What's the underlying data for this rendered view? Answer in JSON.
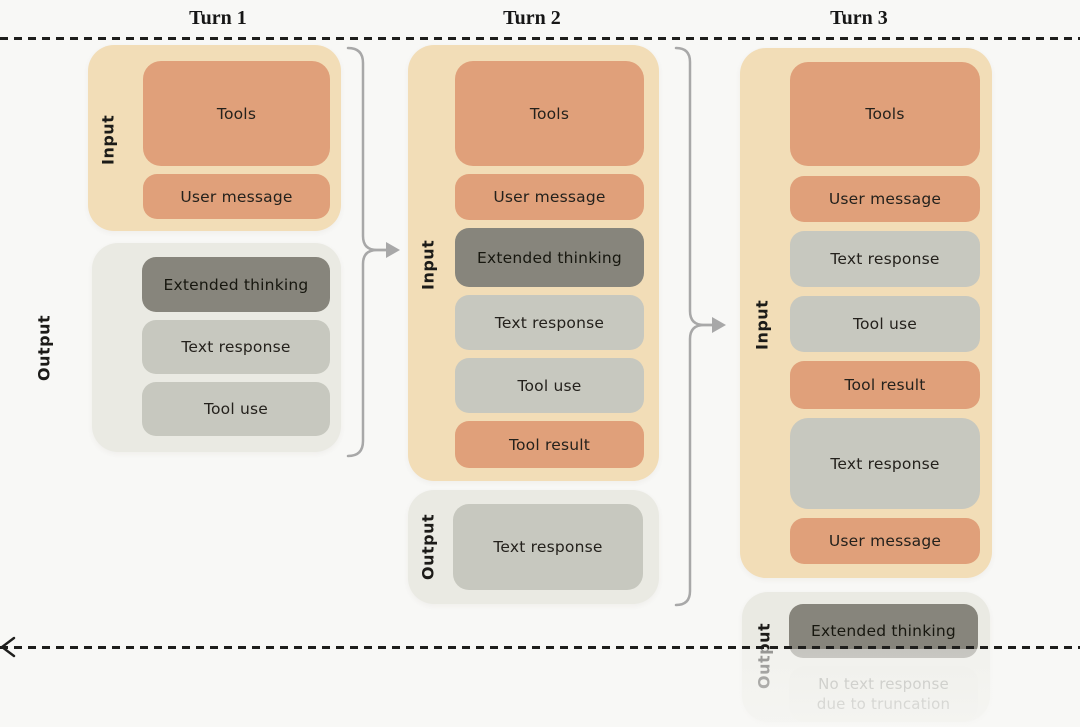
{
  "turns": [
    {
      "title": "Turn 1",
      "input_label": "Input",
      "output_label": "Output",
      "input_items": [
        "Tools",
        "User message"
      ],
      "output_items": [
        "Extended thinking",
        "Text response",
        "Tool use"
      ]
    },
    {
      "title": "Turn 2",
      "input_label": "Input",
      "output_label": "Output",
      "input_items": [
        "Tools",
        "User message",
        "Extended thinking",
        "Text response",
        "Tool use",
        "Tool result"
      ],
      "output_items": [
        "Text response"
      ]
    },
    {
      "title": "Turn 3",
      "input_label": "Input",
      "output_label": "Output",
      "input_items": [
        "Tools",
        "User message",
        "Text response",
        "Tool use",
        "Tool result",
        "Text response",
        "User message"
      ],
      "output_items": [
        "Extended thinking",
        "No text response due to truncation"
      ]
    }
  ],
  "colors": {
    "background": "#f8f8f6",
    "input_container": "#f2ddb7",
    "output_container": "#eaeae3",
    "message_orange": "#e0a07a",
    "block_gray": "#c7c8bf",
    "thinking_dark": "#87857c",
    "bracket_gray": "#a8a8a8",
    "dash_black": "#1e1e1c"
  }
}
